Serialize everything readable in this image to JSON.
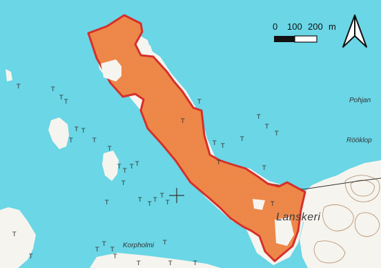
{
  "map": {
    "colors": {
      "water": "#6ad6e6",
      "land": "#f6f4ee",
      "area_fill": "#f08a4b",
      "area_outline": "#d6302a",
      "contour": "#b08a6a",
      "road": "#333333"
    },
    "labels": {
      "pohjan": "Pohjan",
      "rooklop": "Rööklop",
      "lanskeri": "Lanskeri",
      "korpholmi": "Korpholmi"
    },
    "scale_bar": {
      "ticks": [
        "0",
        "100",
        "200"
      ],
      "unit": "m"
    },
    "north_arrow_icon": "north-arrow-icon"
  }
}
